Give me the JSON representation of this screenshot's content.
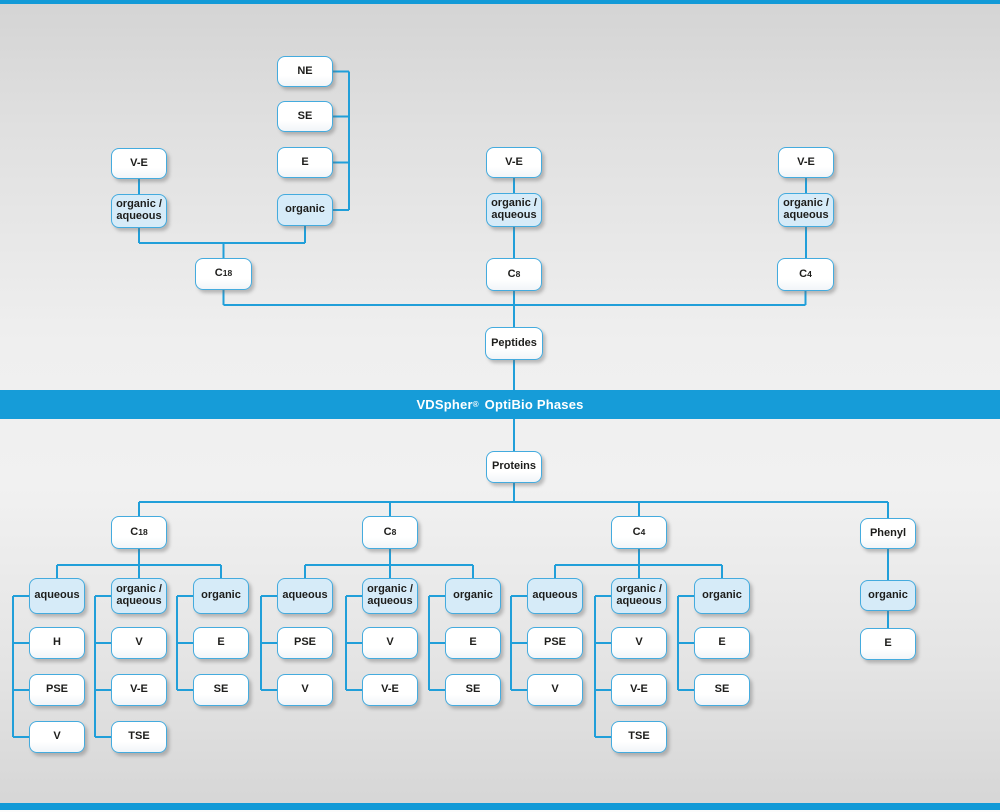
{
  "banner": {
    "brand": "VDSpher",
    "reg": "®",
    "suffix": "OptiBio Phases"
  },
  "colors": {
    "accent_blue": "#129ad7",
    "box_fill_blue": "#d6ebf8",
    "box_border": "#44abde",
    "text": "#1d1d1b"
  },
  "peptides": {
    "root": "Peptides",
    "c18": {
      "label": "C18",
      "ve": "V-E",
      "organic_aqueous": "organic /\naqueous",
      "organic": "organic",
      "stack": [
        "NE",
        "SE",
        "E"
      ]
    },
    "c8": {
      "label": "C8",
      "ve": "V-E",
      "organic_aqueous": "organic /\naqueous"
    },
    "c4": {
      "label": "C4",
      "ve": "V-E",
      "organic_aqueous": "organic /\naqueous"
    }
  },
  "proteins": {
    "root": "Proteins",
    "c18": {
      "label": "C18",
      "aqueous": {
        "label": "aqueous",
        "children": [
          "H",
          "PSE",
          "V"
        ]
      },
      "organic_aqueous": {
        "label": "organic /\naqueous",
        "children": [
          "V",
          "V-E",
          "TSE"
        ]
      },
      "organic": {
        "label": "organic",
        "children": [
          "E",
          "SE"
        ]
      }
    },
    "c8": {
      "label": "C8",
      "aqueous": {
        "label": "aqueous",
        "children": [
          "PSE",
          "V"
        ]
      },
      "organic_aqueous": {
        "label": "organic /\naqueous",
        "children": [
          "V",
          "V-E"
        ]
      },
      "organic": {
        "label": "organic",
        "children": [
          "E",
          "SE"
        ]
      }
    },
    "c4": {
      "label": "C4",
      "aqueous": {
        "label": "aqueous",
        "children": [
          "PSE",
          "V"
        ]
      },
      "organic_aqueous": {
        "label": "organic /\naqueous",
        "children": [
          "V",
          "V-E",
          "TSE"
        ]
      },
      "organic": {
        "label": "organic",
        "children": [
          "E",
          "SE"
        ]
      }
    },
    "phenyl": {
      "label": "Phenyl",
      "organic": {
        "label": "organic",
        "children": [
          "E"
        ]
      }
    }
  }
}
